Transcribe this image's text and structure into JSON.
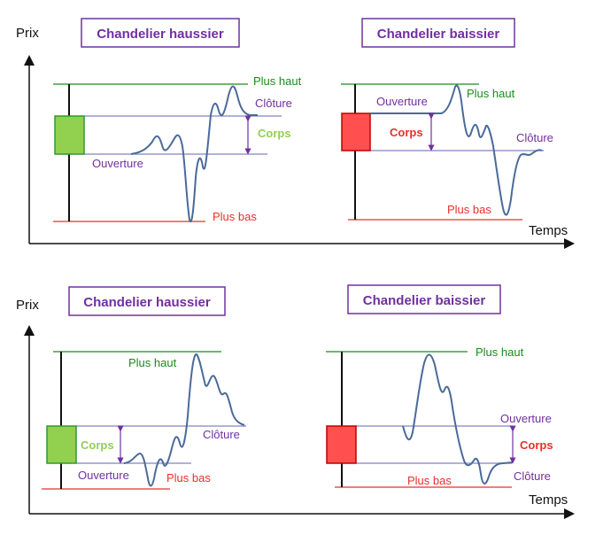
{
  "colors": {
    "green_line": "#1a8c1a",
    "red_line": "#e8302a",
    "purple": "#7030a0",
    "blue_line": "#8085c2",
    "bull_body": "#92d050",
    "bear_body": "#ff4f4f",
    "price_curve": "#4a6a9a",
    "axis": "#111111"
  },
  "top": {
    "y_axis_label": "Prix",
    "x_axis_label": "Temps",
    "bull": {
      "title": "Chandelier haussier",
      "high_label": "Plus haut",
      "close_label": "Clôture",
      "body_label": "Corps",
      "open_label": "Ouverture",
      "low_label": "Plus bas"
    },
    "bear": {
      "title": "Chandelier baissier",
      "open_label": "Ouverture",
      "high_label": "Plus haut",
      "body_label": "Corps",
      "close_label": "Clôture",
      "low_label": "Plus bas"
    }
  },
  "bottom": {
    "y_axis_label": "Prix",
    "x_axis_label": "Temps",
    "bull": {
      "title": "Chandelier haussier",
      "high_label": "Plus haut",
      "body_label": "Corps",
      "close_label": "Clôture",
      "open_label": "Ouverture",
      "low_label": "Plus bas"
    },
    "bear": {
      "title": "Chandelier baissier",
      "high_label": "Plus haut",
      "open_label": "Ouverture",
      "body_label": "Corps",
      "close_label": "Clôture",
      "low_label": "Plus bas"
    }
  }
}
